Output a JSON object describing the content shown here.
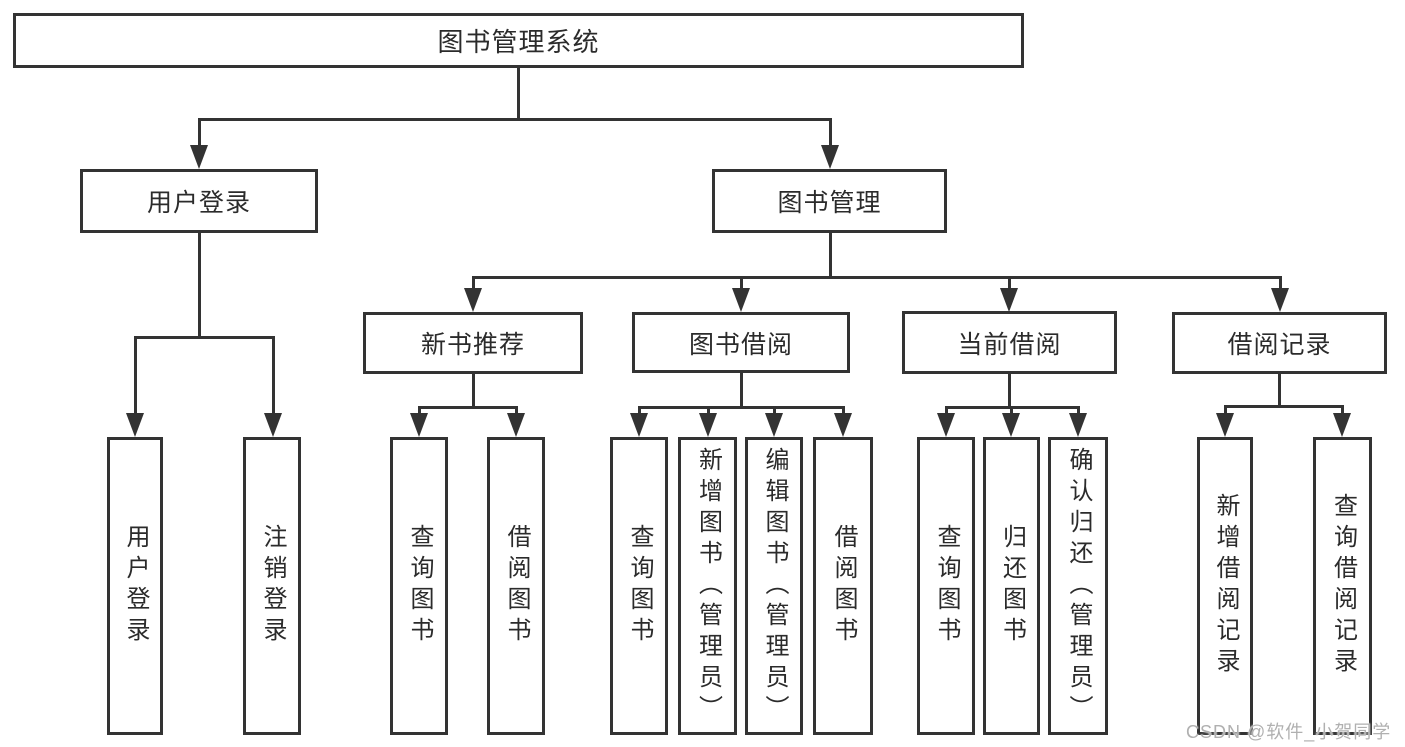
{
  "colors": {
    "line": "#333333",
    "text": "#2b2b2b",
    "wm": "#b0b0b0",
    "bg": "#ffffff"
  },
  "watermark": "CSDN @软件_小贺同学",
  "tree": {
    "root": {
      "label": "图书管理系统",
      "children": [
        {
          "label": "用户登录",
          "children": [
            {
              "label": "用户登录"
            },
            {
              "label": "注销登录"
            }
          ]
        },
        {
          "label": "图书管理",
          "children": [
            {
              "label": "新书推荐",
              "children": [
                {
                  "label": "查询图书"
                },
                {
                  "label": "借阅图书"
                }
              ]
            },
            {
              "label": "图书借阅",
              "children": [
                {
                  "label": "查询图书"
                },
                {
                  "label": "新增图书（管理员）"
                },
                {
                  "label": "编辑图书（管理员）"
                },
                {
                  "label": "借阅图书"
                }
              ]
            },
            {
              "label": "当前借阅",
              "children": [
                {
                  "label": "查询图书"
                },
                {
                  "label": "归还图书"
                },
                {
                  "label": "确认归还（管理员）"
                }
              ]
            },
            {
              "label": "借阅记录",
              "children": [
                {
                  "label": "新增借阅记录"
                },
                {
                  "label": "查询借阅记录"
                }
              ]
            }
          ]
        }
      ]
    }
  }
}
